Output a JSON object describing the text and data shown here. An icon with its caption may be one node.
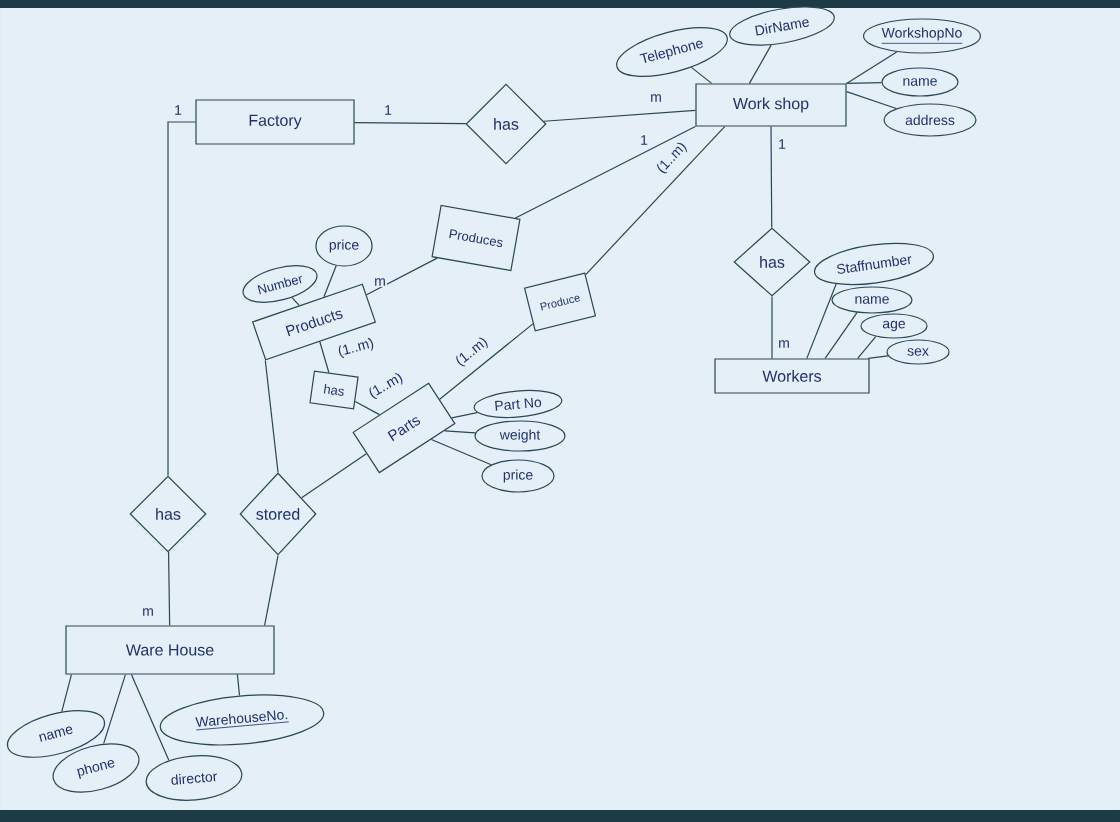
{
  "diagram": {
    "nodes": [
      {
        "text": [
          "Factory"
        ]
      },
      {
        "text": [
          "has"
        ]
      },
      {
        "text": [
          "Work shop"
        ]
      },
      {
        "text": [
          "Telephone"
        ]
      },
      {
        "text": [
          "DirName"
        ]
      },
      {
        "text": [
          "WorkshopNo"
        ]
      },
      {
        "text": [
          "name"
        ]
      },
      {
        "text": [
          "address"
        ]
      },
      {
        "text": [
          "Produces"
        ]
      },
      {
        "text": [
          "price"
        ]
      },
      {
        "text": [
          "Number"
        ]
      },
      {
        "text": [
          "Products"
        ]
      },
      {
        "text": [
          "has"
        ]
      },
      {
        "text": [
          "Staffnumber"
        ]
      },
      {
        "text": [
          "Produce"
        ]
      },
      {
        "text": [
          "name"
        ]
      },
      {
        "text": [
          "age"
        ]
      },
      {
        "text": [
          "sex"
        ]
      },
      {
        "text": [
          "has"
        ]
      },
      {
        "text": [
          "Workers"
        ]
      },
      {
        "text": [
          "Parts"
        ]
      },
      {
        "text": [
          "Part No"
        ]
      },
      {
        "text": [
          "weight"
        ]
      },
      {
        "text": [
          "price"
        ]
      },
      {
        "text": [
          "has"
        ]
      },
      {
        "text": [
          "stored"
        ]
      },
      {
        "text": [
          "Ware House"
        ]
      },
      {
        "text": [
          "WarehouseNo."
        ]
      },
      {
        "text": [
          "name"
        ]
      },
      {
        "text": [
          "phone"
        ]
      },
      {
        "text": [
          "director"
        ]
      }
    ],
    "edges": [
      {
        "from": 0,
        "to": 1,
        "arrow": "none",
        "label": "1"
      },
      {
        "from": 1,
        "to": 2,
        "arrow": "none",
        "label": "m"
      },
      {
        "from": 2,
        "to": 3,
        "arrow": "none"
      },
      {
        "from": 2,
        "to": 4,
        "arrow": "none"
      },
      {
        "from": 2,
        "to": 5,
        "arrow": "none"
      },
      {
        "from": 2,
        "to": 6,
        "arrow": "none"
      },
      {
        "from": 2,
        "to": 7,
        "arrow": "none"
      },
      {
        "from": 2,
        "to": 8,
        "arrow": "none",
        "label": "1"
      },
      {
        "from": 8,
        "to": 11,
        "arrow": "none",
        "label": "m"
      },
      {
        "from": 11,
        "to": 10,
        "arrow": "none"
      },
      {
        "from": 11,
        "to": 9,
        "arrow": "none"
      },
      {
        "from": 2,
        "to": 12,
        "arrow": "none",
        "label": "1"
      },
      {
        "from": 12,
        "to": 19,
        "arrow": "none",
        "label": "m"
      },
      {
        "from": 19,
        "to": 13,
        "arrow": "none"
      },
      {
        "from": 19,
        "to": 15,
        "arrow": "none"
      },
      {
        "from": 19,
        "to": 16,
        "arrow": "none"
      },
      {
        "from": 19,
        "to": 17,
        "arrow": "none"
      },
      {
        "from": 2,
        "to": 14,
        "arrow": "none",
        "label": "(1..m)"
      },
      {
        "from": 14,
        "to": 20,
        "arrow": "none",
        "label": "(1..m)"
      },
      {
        "from": 11,
        "to": 18,
        "arrow": "none",
        "label": "(1..m)"
      },
      {
        "from": 18,
        "to": 20,
        "arrow": "none",
        "label": "(1..m)"
      },
      {
        "from": 20,
        "to": 21,
        "arrow": "none"
      },
      {
        "from": 20,
        "to": 22,
        "arrow": "none"
      },
      {
        "from": 20,
        "to": 23,
        "arrow": "none"
      },
      {
        "from": 0,
        "to": 24,
        "arrow": "none",
        "label": "1"
      },
      {
        "from": 24,
        "to": 26,
        "arrow": "none",
        "label": "m"
      },
      {
        "from": 11,
        "to": 25,
        "arrow": "none"
      },
      {
        "from": 20,
        "to": 25,
        "arrow": "none"
      },
      {
        "from": 25,
        "to": 26,
        "arrow": "none"
      },
      {
        "from": 26,
        "to": 28,
        "arrow": "none"
      },
      {
        "from": 26,
        "to": 29,
        "arrow": "none"
      },
      {
        "from": 26,
        "to": 30,
        "arrow": "none"
      },
      {
        "from": 26,
        "to": 27,
        "arrow": "none"
      }
    ]
  }
}
